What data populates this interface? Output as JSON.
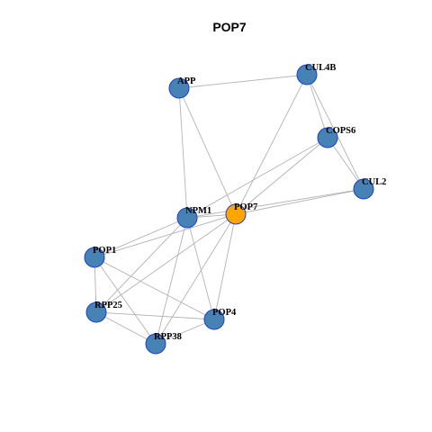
{
  "title": "POP7",
  "colors": {
    "default_node": "#4682b4",
    "focus_node": "#ffa500",
    "node_border": "#1f3fd0",
    "edge": "#b3b3b3"
  },
  "nodes": [
    {
      "id": "APP",
      "label": "APP",
      "focus": false
    },
    {
      "id": "CUL4B",
      "label": "CUL4B",
      "focus": false
    },
    {
      "id": "COPS6",
      "label": "COPS6",
      "focus": false
    },
    {
      "id": "CUL2",
      "label": "CUL2",
      "focus": false
    },
    {
      "id": "NPM1",
      "label": "NPM1",
      "focus": false
    },
    {
      "id": "POP7",
      "label": "POP7",
      "focus": true
    },
    {
      "id": "POP1",
      "label": "POP1",
      "focus": false
    },
    {
      "id": "RPP25",
      "label": "RPP25",
      "focus": false
    },
    {
      "id": "POP4",
      "label": "POP4",
      "focus": false
    },
    {
      "id": "RPP38",
      "label": "RPP38",
      "focus": false
    }
  ],
  "edges": [
    [
      "APP",
      "CUL4B"
    ],
    [
      "APP",
      "NPM1"
    ],
    [
      "APP",
      "POP7"
    ],
    [
      "CUL4B",
      "COPS6"
    ],
    [
      "CUL4B",
      "CUL2"
    ],
    [
      "CUL4B",
      "POP7"
    ],
    [
      "COPS6",
      "CUL2"
    ],
    [
      "COPS6",
      "NPM1"
    ],
    [
      "COPS6",
      "POP7"
    ],
    [
      "CUL2",
      "NPM1"
    ],
    [
      "CUL2",
      "POP7"
    ],
    [
      "NPM1",
      "POP7"
    ],
    [
      "NPM1",
      "POP1"
    ],
    [
      "NPM1",
      "RPP25"
    ],
    [
      "NPM1",
      "POP4"
    ],
    [
      "NPM1",
      "RPP38"
    ],
    [
      "POP7",
      "POP1"
    ],
    [
      "POP7",
      "RPP25"
    ],
    [
      "POP7",
      "POP4"
    ],
    [
      "POP7",
      "RPP38"
    ],
    [
      "POP1",
      "RPP25"
    ],
    [
      "POP1",
      "POP4"
    ],
    [
      "POP1",
      "RPP38"
    ],
    [
      "RPP25",
      "POP4"
    ],
    [
      "RPP25",
      "RPP38"
    ],
    [
      "POP4",
      "RPP38"
    ]
  ]
}
